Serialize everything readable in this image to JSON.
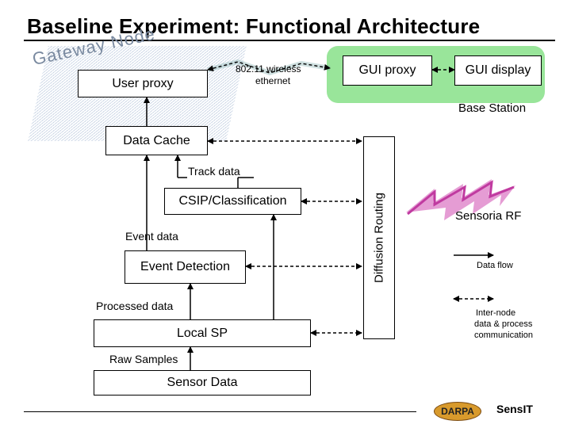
{
  "title": "Baseline Experiment:  Functional Architecture",
  "gateway_label": "Gateway Node",
  "boxes": {
    "user_proxy": "User proxy",
    "gui_proxy": "GUI proxy",
    "gui_display": "GUI display",
    "data_cache": "Data Cache",
    "csip": "CSIP/Classification",
    "event_detection": "Event Detection",
    "local_sp": "Local SP",
    "sensor_data": "Sensor Data",
    "diffusion_routing": "Diffusion Routing"
  },
  "labels": {
    "wireless": "802.11 wireless",
    "ethernet": "ethernet",
    "base_station": "Base Station",
    "track_data": "Track data",
    "event_data": "Event data",
    "processed_data": "Processed data",
    "raw_samples": "Raw Samples"
  },
  "legend": {
    "sensoria_rf": "Sensoria RF",
    "data_flow": "Data flow",
    "inter_node_1": "Inter-node",
    "inter_node_2": "data & process",
    "inter_node_3": "communication"
  },
  "logos": {
    "darpa": "DARPA",
    "sensit": "SensIT"
  },
  "colors": {
    "base_station_fill": "#99e59a",
    "rf_wave": "#d04bb0",
    "gateway_hatch": "#c8d4e4"
  }
}
